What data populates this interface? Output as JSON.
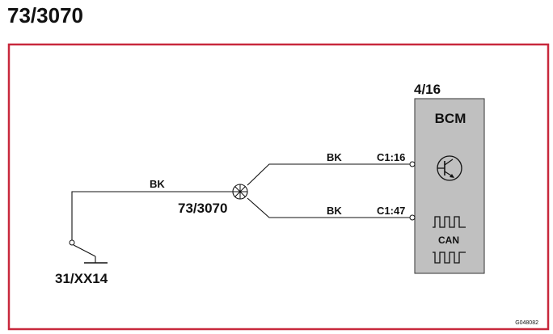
{
  "page": {
    "title": "73/3070"
  },
  "diagram": {
    "frame_color": "#c8283c",
    "module": {
      "ref": "4/16",
      "name": "BCM",
      "fill": "#c0c0c0",
      "bus_label": "CAN"
    },
    "pins": {
      "upper": "C1:16",
      "lower": "C1:47"
    },
    "wires": {
      "left": "BK",
      "upper": "BK",
      "lower": "BK"
    },
    "splice": {
      "ref": "73/3070"
    },
    "ground": {
      "ref": "31/XX14"
    },
    "figure_code": "G048082"
  }
}
